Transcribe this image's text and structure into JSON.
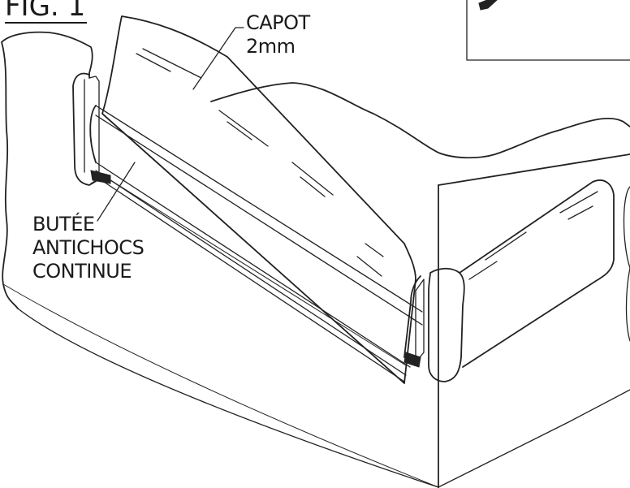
{
  "figure": {
    "title": "FIG. 1",
    "labels": {
      "capot": [
        "CAPOT",
        "2mm"
      ],
      "butee": [
        "BUTÉE",
        "ANTICHOCS",
        "CONTINUE"
      ]
    }
  }
}
